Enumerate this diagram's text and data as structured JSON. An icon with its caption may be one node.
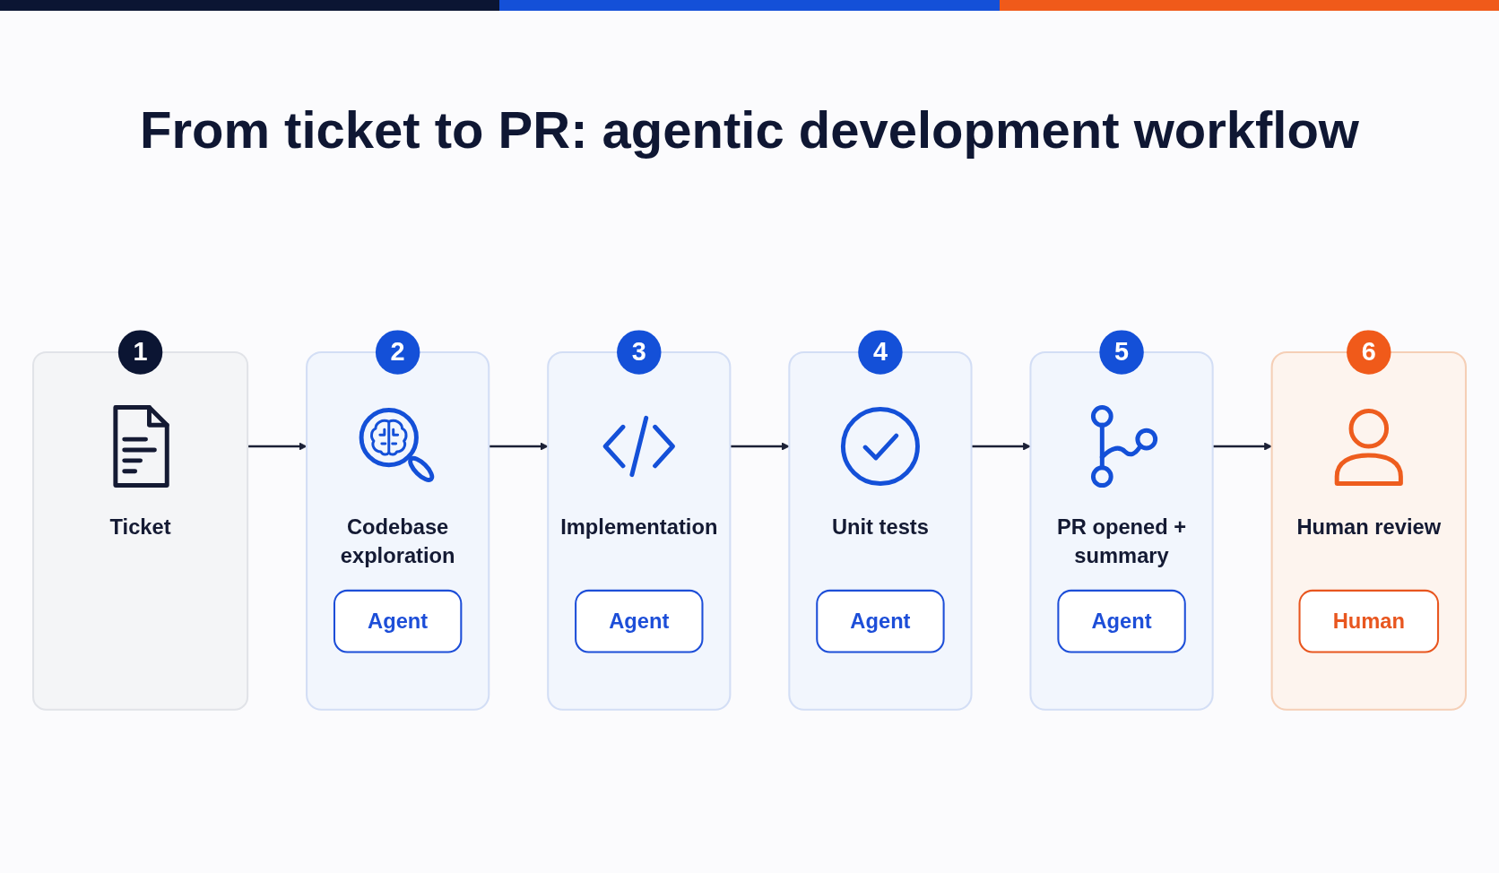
{
  "diagram": {
    "title": "From ticket to PR: agentic development workflow",
    "nodes": [
      {
        "text": [
          "1",
          "Ticket"
        ]
      },
      {
        "text": [
          "2",
          "Codebase exploration"
        ]
      },
      {
        "text": [
          "Agent"
        ],
        "in": 1
      },
      {
        "text": [
          "3",
          "Implementation"
        ]
      },
      {
        "text": [
          "Agent"
        ],
        "in": 3
      },
      {
        "text": [
          "4",
          "Unit tests"
        ]
      },
      {
        "text": [
          "Agent"
        ],
        "in": 5
      },
      {
        "text": [
          "5",
          "PR opened + summary"
        ]
      },
      {
        "text": [
          "Agent"
        ],
        "in": 7
      },
      {
        "text": [
          "6",
          "Human review"
        ]
      },
      {
        "text": [
          "Human"
        ],
        "in": 9
      }
    ],
    "edges": [
      {
        "from": 0,
        "to": 1,
        "arrow": "to"
      },
      {
        "from": 1,
        "to": 3,
        "arrow": "to"
      },
      {
        "from": 3,
        "to": 5,
        "arrow": "to"
      },
      {
        "from": 5,
        "to": 7,
        "arrow": "to"
      },
      {
        "from": 7,
        "to": 9,
        "arrow": "to"
      }
    ]
  }
}
